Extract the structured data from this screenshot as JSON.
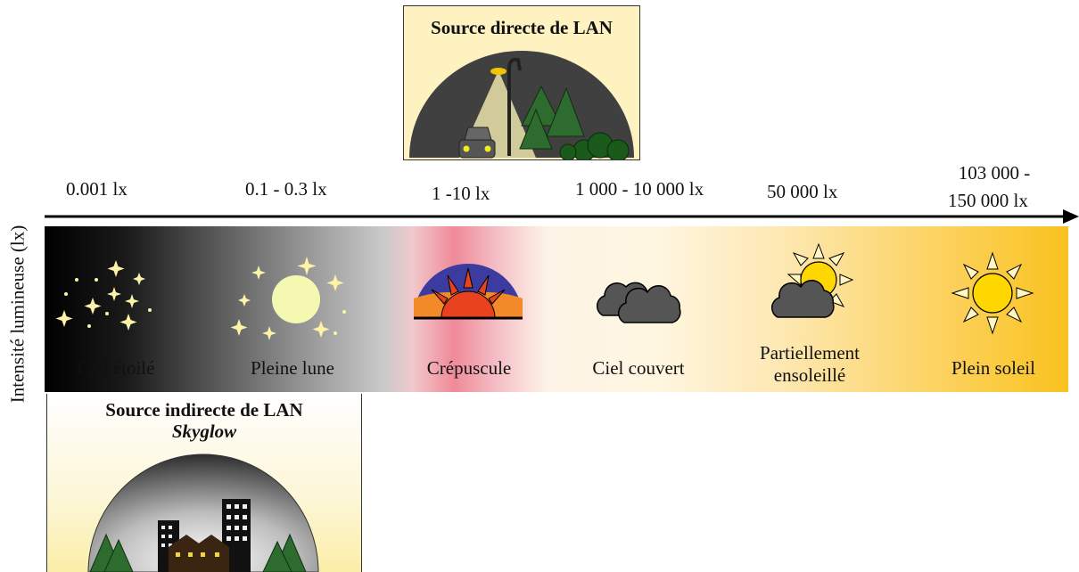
{
  "axis": {
    "label": "Intensité lumineuse (lx)"
  },
  "lux_levels": [
    "0.001 lx",
    "0.1 - 0.3 lx",
    "1 -10 lx",
    "1 000 - 10 000 lx",
    "50 000 lx",
    "103 000 -",
    "150 000 lx"
  ],
  "conditions": [
    {
      "label": "Ciel étoilé",
      "icon": "stars-icon"
    },
    {
      "label": "Pleine lune",
      "icon": "full-moon-icon"
    },
    {
      "label": "Crépuscule",
      "icon": "sunset-icon"
    },
    {
      "label": "Ciel couvert",
      "icon": "clouds-icon"
    },
    {
      "label_line1": "Partiellement",
      "label_line2": "ensoleillé",
      "icon": "sun-behind-cloud-icon"
    },
    {
      "label": "Plein soleil",
      "icon": "sun-icon"
    }
  ],
  "direct_source": {
    "title": "Source directe de LAN",
    "icon": "street-lamp-scene-icon"
  },
  "indirect_source": {
    "title": "Source indirecte de LAN",
    "subtitle": "Skyglow",
    "icon": "city-skyglow-scene-icon"
  },
  "colors": {
    "night": "#000000",
    "twilight": "#f08a98",
    "day": "#fac21e",
    "sun": "#ffd700",
    "cloud": "#555555"
  }
}
